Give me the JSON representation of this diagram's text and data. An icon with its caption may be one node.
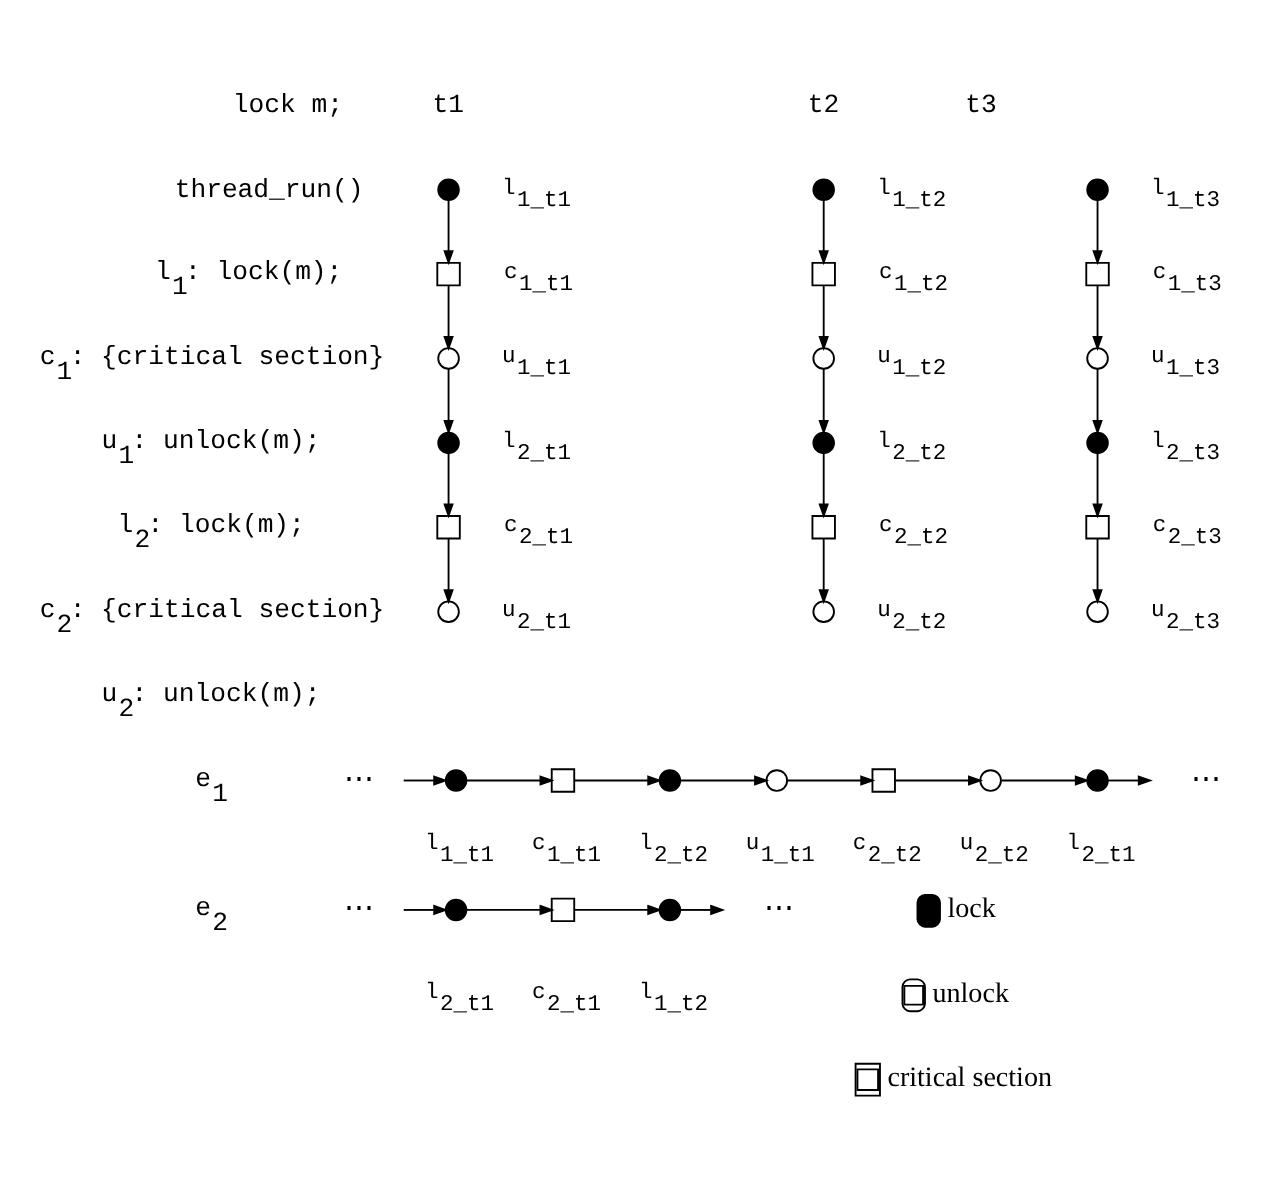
{
  "diagram": {
    "nodes": [
      {
        "text": [],
        "shape": "dot",
        "beside": [
          "l$_{1_t1}$"
        ]
      },
      {
        "text": [],
        "shape": "box",
        "beside": [
          "c$_{1_t1}$"
        ]
      },
      {
        "text": [],
        "shape": "circle",
        "beside": [
          "u$_{1_t1}$"
        ]
      },
      {
        "text": [],
        "shape": "dot",
        "beside": [
          "l$_{2_t1}$"
        ]
      },
      {
        "text": [],
        "shape": "box",
        "beside": [
          "c$_{2_t1}$"
        ]
      },
      {
        "text": [],
        "shape": "circle",
        "beside": [
          "u$_{2_t1}$"
        ]
      },
      {
        "text": [],
        "shape": "dot",
        "beside": [
          "l$_{1_t2}$"
        ]
      },
      {
        "text": [],
        "shape": "box",
        "beside": [
          "c$_{1_t2}$"
        ]
      },
      {
        "text": [],
        "shape": "circle",
        "beside": [
          "u$_{1_t2}$"
        ]
      },
      {
        "text": [],
        "shape": "dot",
        "beside": [
          "l$_{2_t2}$"
        ]
      },
      {
        "text": [],
        "shape": "box",
        "beside": [
          "c$_{2_t2}$"
        ]
      },
      {
        "text": [],
        "shape": "circle",
        "beside": [
          "u$_{2_t2}$"
        ]
      },
      {
        "text": [],
        "shape": "dot",
        "beside": [
          "l$_{1_t3}$"
        ]
      },
      {
        "text": [],
        "shape": "box",
        "beside": [
          "c$_{1_t3}$"
        ]
      },
      {
        "text": [],
        "shape": "circle",
        "beside": [
          "u$_{1_t3}$"
        ]
      },
      {
        "text": [],
        "shape": "dot",
        "beside": [
          "l$_{2_t3}$"
        ]
      },
      {
        "text": [],
        "shape": "box",
        "beside": [
          "c$_{2_t3}$"
        ]
      },
      {
        "text": [],
        "shape": "circle",
        "beside": [
          "u$_{2_t3}$"
        ]
      },
      {
        "text": [
          "⋯"
        ]
      },
      {
        "text": [],
        "shape": "dot",
        "beside": [
          "l$_{1_t1}$"
        ]
      },
      {
        "text": [],
        "shape": "box",
        "beside": [
          "c$_{1_t1}$"
        ]
      },
      {
        "text": [],
        "shape": "dot",
        "beside": [
          "l$_{2_t2}$"
        ]
      },
      {
        "text": [],
        "shape": "circle",
        "beside": [
          "u$_{1_t1}$"
        ]
      },
      {
        "text": [],
        "shape": "box",
        "beside": [
          "c$_{2_t2}$"
        ]
      },
      {
        "text": [],
        "shape": "circle",
        "beside": [
          "u$_{2_t2}$"
        ]
      },
      {
        "text": [],
        "shape": "dot",
        "beside": [
          "l$_{2_t1}$"
        ]
      },
      {
        "text": [
          "⋯"
        ]
      },
      {
        "text": [
          "⋯"
        ]
      },
      {
        "text": [],
        "shape": "dot",
        "beside": [
          "l$_{2_t1}$"
        ]
      },
      {
        "text": [],
        "shape": "box",
        "beside": [
          "c$_{2_t1}$"
        ]
      },
      {
        "text": [],
        "shape": "dot",
        "beside": [
          "l$_{1_t2}$"
        ]
      },
      {
        "text": [
          "⋯"
        ]
      }
    ],
    "edges": [
      {
        "from": 0,
        "to": 1,
        "arrow": "to"
      },
      {
        "from": 1,
        "to": 2,
        "arrow": "to"
      },
      {
        "from": 2,
        "to": 3,
        "arrow": "to"
      },
      {
        "from": 3,
        "to": 4,
        "arrow": "to"
      },
      {
        "from": 4,
        "to": 5,
        "arrow": "to"
      },
      {
        "from": 6,
        "to": 7,
        "arrow": "to"
      },
      {
        "from": 7,
        "to": 8,
        "arrow": "to"
      },
      {
        "from": 8,
        "to": 9,
        "arrow": "to"
      },
      {
        "from": 9,
        "to": 10,
        "arrow": "to"
      },
      {
        "from": 10,
        "to": 11,
        "arrow": "to"
      },
      {
        "from": 12,
        "to": 13,
        "arrow": "to"
      },
      {
        "from": 13,
        "to": 14,
        "arrow": "to"
      },
      {
        "from": 14,
        "to": 15,
        "arrow": "to"
      },
      {
        "from": 15,
        "to": 16,
        "arrow": "to"
      },
      {
        "from": 16,
        "to": 17,
        "arrow": "to"
      },
      {
        "from": 18,
        "to": 19,
        "arrow": "to"
      },
      {
        "from": 19,
        "to": 20,
        "arrow": "to"
      },
      {
        "from": 20,
        "to": 21,
        "arrow": "to"
      },
      {
        "from": 21,
        "to": 22,
        "arrow": "to"
      },
      {
        "from": 22,
        "to": 23,
        "arrow": "to"
      },
      {
        "from": 23,
        "to": 24,
        "arrow": "to"
      },
      {
        "from": 24,
        "to": 25,
        "arrow": "to"
      },
      {
        "from": 25,
        "to": 26,
        "arrow": "to"
      },
      {
        "from": 27,
        "to": 28,
        "arrow": "to"
      },
      {
        "from": 28,
        "to": 29,
        "arrow": "to"
      },
      {
        "from": 29,
        "to": 30,
        "arrow": "to"
      },
      {
        "from": 30,
        "to": 31,
        "arrow": "to"
      }
    ],
    "labels": [
      "t1",
      "t2",
      "t3",
      "lock m;",
      "thread_run()",
      "l$_{1}$: lock(m);",
      "c$_{1}$: {critical section}",
      "u$_{1}$: unlock(m);",
      "l$_{2}$: lock(m);",
      "c$_{2}$: {critical section}",
      "u$_{2}$: unlock(m);",
      "e$_{1}$",
      "e$_{2}$"
    ],
    "legend": [
      {
        "text": "lock"
      },
      {
        "text": "unlock"
      },
      {
        "text": "critical section"
      }
    ]
  }
}
